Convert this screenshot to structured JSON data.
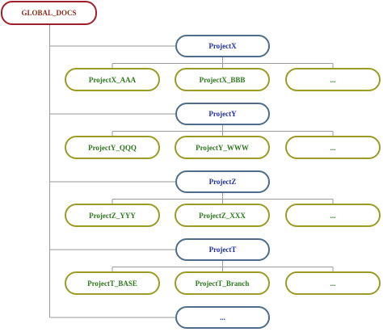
{
  "colors": {
    "root_border": "#a01f2a",
    "root_text": "#8b2d1a",
    "project_border": "#4f6d8a",
    "project_text": "#1f2fa6",
    "sub_border": "#9b9b26",
    "sub_text": "#2c7a1c",
    "connector": "#9a9a9a"
  },
  "root": {
    "label": "GLOBAL_DOCS"
  },
  "projects": [
    {
      "label": "ProjectX",
      "children": [
        "ProjectX_AAA",
        "ProjectX_BBB",
        "..."
      ]
    },
    {
      "label": "ProjectY",
      "children": [
        "ProjectY_QQQ",
        "ProjectY_WWW",
        "..."
      ]
    },
    {
      "label": "ProjectZ",
      "children": [
        "ProjectZ_YYY",
        "ProjectZ_XXX",
        "..."
      ]
    },
    {
      "label": "ProjectT",
      "children": [
        "ProjectT_BASE",
        "ProjectT_Branch",
        "..."
      ]
    },
    {
      "label": "...",
      "children": []
    }
  ]
}
